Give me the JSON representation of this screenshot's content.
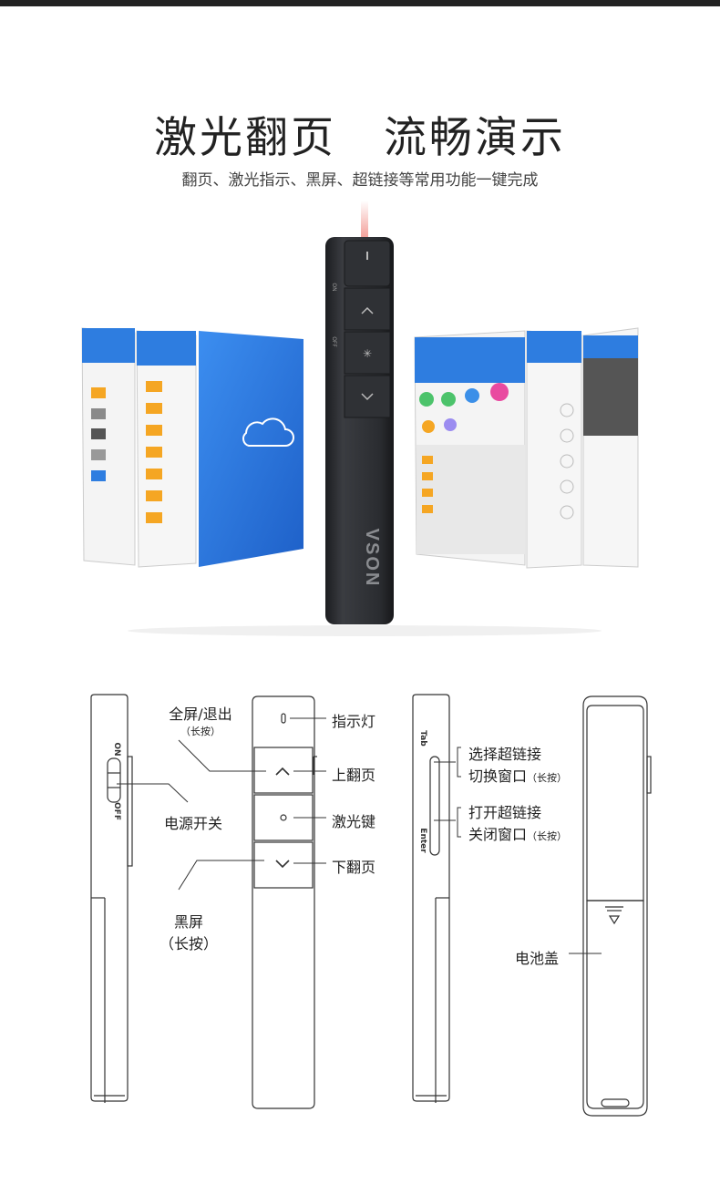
{
  "header": {
    "title_left": "激光翻页",
    "title_right": "流畅演示",
    "subtitle": "翻页、激光指示、黑屏、超链接等常用功能一键完成"
  },
  "product": {
    "brand": "VSON",
    "switch_on": "ON",
    "switch_off": "OFF"
  },
  "diagram": {
    "fullscreen_exit": "全屏/退出",
    "fullscreen_note": "（长按）",
    "power_switch": "电源开关",
    "black_screen": "黑屏",
    "black_screen_note": "（长按）",
    "indicator": "指示灯",
    "page_up": "上翻页",
    "laser_key": "激光键",
    "page_down": "下翻页",
    "hyperlink_line1": "选择超链接",
    "hyperlink_line2": "切换窗口",
    "hyperlink_note": "（长按）",
    "open_line1": "打开超链接",
    "open_line2": "关闭窗口",
    "open_note": "（长按）",
    "battery_cover": "电池盖",
    "side_tab": "Tab",
    "side_enter": "Enter",
    "side_on": "ON",
    "side_off": "OFF"
  },
  "colors": {
    "accent_blue": "#2e7de0",
    "device_dark": "#2d2f33",
    "laser_red": "#e63a2e"
  }
}
